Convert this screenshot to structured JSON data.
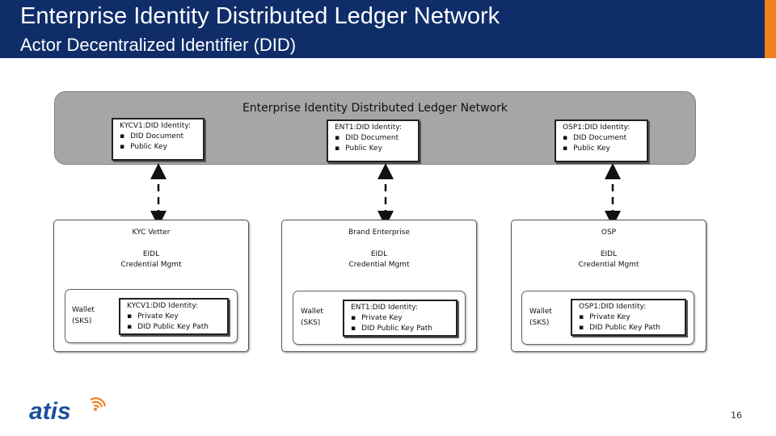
{
  "slide": {
    "title": "Enterprise Identity Distributed Ledger Network",
    "subtitle": "Actor Decentralized Identifier (DID)",
    "page_number": "16"
  },
  "ledger": {
    "title": "Enterprise Identity Distributed Ledger Network",
    "did_boxes": [
      {
        "title": "KYCV1:DID Identity:",
        "items": [
          "DID Document",
          "Public Key"
        ]
      },
      {
        "title": "ENT1:DID Identity:",
        "items": [
          "DID Document",
          "Public Key"
        ]
      },
      {
        "title": "OSP1:DID Identity:",
        "items": [
          "DID Document",
          "Public Key"
        ]
      }
    ]
  },
  "actors": [
    {
      "name": "KYC Vetter",
      "credential_mgmt": "EIDL\nCredential Mgmt",
      "wallet_label": "Wallet\n(SKS)",
      "wallet_box": {
        "title": "KYCV1:DID Identity:",
        "items": [
          "Private Key",
          "DID Public Key Path"
        ]
      }
    },
    {
      "name": "Brand Enterprise",
      "credential_mgmt": "EIDL\nCredential Mgmt",
      "wallet_label": "Wallet\n(SKS)",
      "wallet_box": {
        "title": "ENT1:DID Identity:",
        "items": [
          "Private Key",
          "DID Public Key Path"
        ]
      }
    },
    {
      "name": "OSP",
      "credential_mgmt": "EIDL\nCredential Mgmt",
      "wallet_label": "Wallet\n(SKS)",
      "wallet_box": {
        "title": "OSP1:DID Identity:",
        "items": [
          "Private Key",
          "DID Public Key Path"
        ]
      }
    }
  ],
  "logo": {
    "text": "atis",
    "icon": "atis-logo"
  },
  "colors": {
    "header_bg": "#0f2d69",
    "header_accent": "#f07f1e",
    "ledger_bg": "#a6a6a6",
    "logo_blue": "#1a4f9c",
    "logo_orange": "#f07f1e"
  }
}
